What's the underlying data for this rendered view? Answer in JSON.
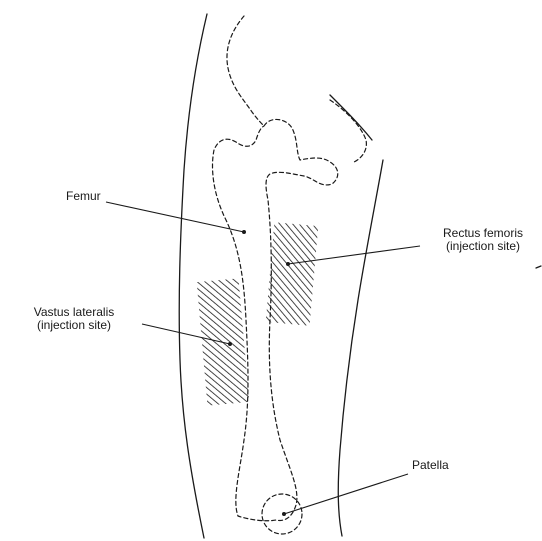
{
  "labels": {
    "femur": "Femur",
    "rectus_femoris": {
      "line1": "Rectus femoris",
      "line2": "(injection site)"
    },
    "vastus_lateralis": {
      "line1": "Vastus lateralis",
      "line2": "(injection site)"
    },
    "patella": "Patella"
  }
}
